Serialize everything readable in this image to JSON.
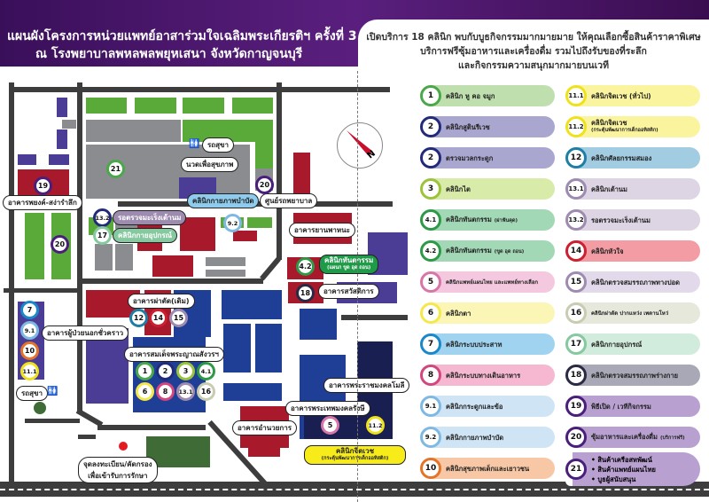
{
  "header": {
    "title_line1": "แผนผังโครงการหน่วยแพทย์อาสาร่วมใจเฉลิมพระเกียรติฯ ครั้งที่ 3",
    "title_line2": "ณ โรงพยาบาลพหลพลพยุหเสนา จังหวัดกาญจนบุรี"
  },
  "intro": {
    "line1": "เปิดบริการ 18 คลินิก พบกับบูธกิจกรรมมากมายมาย ให้คุณเลือกซื้อสินค้าราคาพิเศษ",
    "line2": "บริการฟรีซุ้มอาหารและเครื่องดื่ม รวมไปถึงรับของที่ระลึก",
    "line3": "และกิจกรรมความสนุกมากมายบนเวที"
  },
  "map": {
    "labels": {
      "toilet_top": "รถสุขา",
      "massage": "นวดเพื่อสุขภาพ",
      "physio": "คลินิกกายภาพบำบัด",
      "medcenter": "ศูนย์รถพยาบาล",
      "phong": "อาคารพยงค์-สง่ารำลึก",
      "mammo_wait": "รอตรวจมะเร็งเต้านม",
      "prosthetic": "คลินิกกายอุปกรณ์",
      "yanpahana": "อาคารยานพาหนะ",
      "dental": "คลินิกทันตกรรม",
      "dental_sub": "(แผนก ขูด อุด ถอน)",
      "welfare": "อาคารสวัสดิการ",
      "surgery_old": "อาคารผ่าตัด(เดิม)",
      "outpatient_temp": "อาคารผู้ป่วยนอกชั่วคราว",
      "somdet": "อาคารสมเด็จพระญาณสังวรฯ",
      "toilet_left": "รถสุขา",
      "rajamongkol": "อาคารพระราชมงคลโมลี",
      "thepmongkol": "อาคารพระเทพมงคลรังษี",
      "admin": "อาคารอำนวยการ",
      "psych": "คลินิกจิตเวช",
      "psych_sub": "(กระตุ้นพัฒนาการเด็กออทิสติก)",
      "registration_1": "จุดลงทะเบียน/คัดกรอง",
      "registration_2": "เพื่อเข้ารับการรักษา",
      "compass": "N"
    },
    "markers": [
      "21",
      "20",
      "19",
      "20",
      "13.2",
      "17",
      "9.2",
      "4.2",
      "18",
      "7",
      "9.1",
      "10",
      "11.1",
      "12",
      "14",
      "15",
      "1",
      "2",
      "3",
      "4.1",
      "6",
      "8",
      "13.1",
      "16",
      "5",
      "11.2"
    ]
  },
  "legend": [
    {
      "num": "1",
      "label": "คลินิก หู คอ จมูก",
      "ring": "#4aa84a",
      "fill": "#bfe0ae"
    },
    {
      "num": "2",
      "label": "คลินิกสูตินรีเวช",
      "ring": "#222a7a",
      "fill": "#a9a6d0"
    },
    {
      "num": "2",
      "label": "ตรวจมวลกระดูก",
      "ring": "#222a7a",
      "fill": "#a9a6d0"
    },
    {
      "num": "3",
      "label": "คลินิกไต",
      "ring": "#9bc43a",
      "fill": "#d9eba8"
    },
    {
      "num": "4.1",
      "label": "คลินิกทันตกรรม",
      "note": "(ผ่าฟันคุด)",
      "ring": "#2e9a48",
      "fill": "#a3d8b6"
    },
    {
      "num": "4.2",
      "label": "คลินิกทันตกรรม",
      "note": "(ขูด อุด ถอน)",
      "ring": "#2e9a48",
      "fill": "#a3d8b6"
    },
    {
      "num": "5",
      "label": "คลินิกแพทย์แผนไทย และแพทย์ทางเลือก",
      "ring": "#d777a8",
      "fill": "#f4c8df"
    },
    {
      "num": "6",
      "label": "คลินิกตา",
      "ring": "#f5e84a",
      "fill": "#fbf6b6"
    },
    {
      "num": "7",
      "label": "คลินิกระบบประสาท",
      "ring": "#1a88c9",
      "fill": "#a0d3ef"
    },
    {
      "num": "8",
      "label": "คลินิกระบบทางเดินอาหาร",
      "ring": "#d1477e",
      "fill": "#f5b8d0"
    },
    {
      "num": "9.1",
      "label": "คลินิกกระดูกและข้อ",
      "ring": "#7fb9e3",
      "fill": "#cfe5f5"
    },
    {
      "num": "9.2",
      "label": "คลินิกกายภาพบำบัด",
      "ring": "#7fb9e3",
      "fill": "#cfe5f5"
    },
    {
      "num": "10",
      "label": "คลินิกสุขภาพเด็กและเยาวชน",
      "ring": "#e3742a",
      "fill": "#f8c8a6"
    },
    {
      "num": "11.1",
      "label": "คลินิกจิตเวช (ทั่วไป)",
      "ring": "#f0e21a",
      "fill": "#fbf49e"
    },
    {
      "num": "11.2",
      "label": "คลินิกจิตเวช",
      "sub": "(กระตุ้นพัฒนาการเด็กออทิสติก)",
      "ring": "#f0e21a",
      "fill": "#fbf49e"
    },
    {
      "num": "12",
      "label": "คลินิกศัลยกรรมสมอง",
      "ring": "#1f7ea3",
      "fill": "#a2cce1"
    },
    {
      "num": "13.1",
      "label": "คลินิกเต้านม",
      "ring": "#9e8bb0",
      "fill": "#ddd4e4"
    },
    {
      "num": "13.2",
      "label": "รอตรวจมะเร็งเต้านม",
      "ring": "#9e8bb0",
      "fill": "#ddd4e4"
    },
    {
      "num": "14",
      "label": "คลินิกหัวใจ",
      "ring": "#cc1f2f",
      "fill": "#f39ca4"
    },
    {
      "num": "15",
      "label": "คลินิกตรวจสมรรถภาพทางปอด",
      "ring": "#9e8bb0",
      "fill": "#e2daea"
    },
    {
      "num": "16",
      "label": "คลินิกผ่าตัด ปากแหว่ง เพดานโหว่",
      "ring": "#c8ccb0",
      "fill": "#e6e8dc"
    },
    {
      "num": "17",
      "label": "คลินิกกายอุปกรณ์",
      "ring": "#86c9a0",
      "fill": "#d1ebdc"
    },
    {
      "num": "18",
      "label": "คลินิกตรวจสมรรถภาพร่างกาย",
      "ring": "#2b2a45",
      "fill": "#a9a8b6"
    },
    {
      "num": "19",
      "label": "พิธีเปิด / เวทีกิจกรรม",
      "ring": "#4a1f7a",
      "fill": "#b8a0d1"
    },
    {
      "num": "20",
      "label": "ซุ้มอาหารและเครื่องดื่ม",
      "note": "(บริการฟรี)",
      "ring": "#4a1f7a",
      "fill": "#b8a0d1"
    },
    {
      "num": "21",
      "items": [
        "สินค้าเครือสหพัฒน์",
        "สินค้าแพทย์แผนไทย",
        "บูธผู้สนับสนุน"
      ],
      "ring": "#4a1f7a",
      "fill": "#b8a0d1"
    }
  ]
}
